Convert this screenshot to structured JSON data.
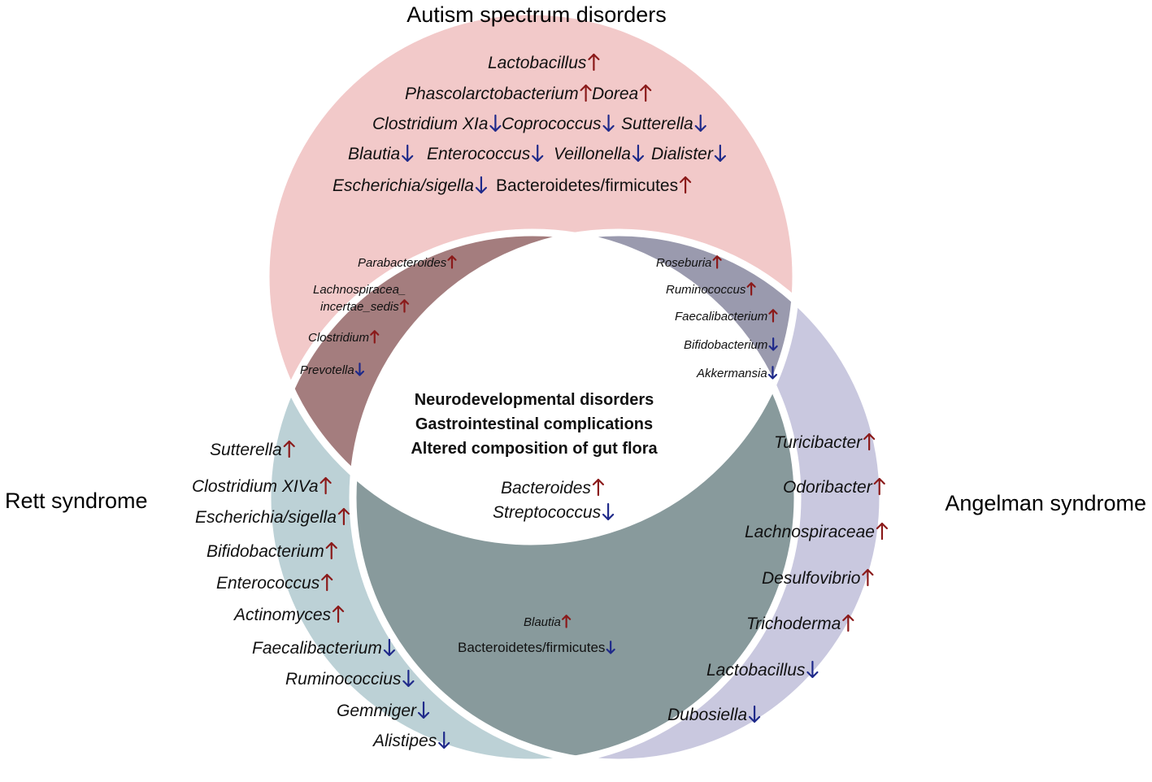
{
  "titles": {
    "top": "Autism spectrum disorders",
    "left": "Rett syndrome",
    "right": "Angelman syndrome"
  },
  "colors": {
    "asd_only": "#f2c9c9",
    "rett_only": "#bcd1d6",
    "angelman_only": "#c9c8df",
    "asd_rett": "#a47d7e",
    "asd_angelman": "#9a9aae",
    "rett_angelman": "#889a9c",
    "center": "#ffffff",
    "up_arrow": "#8b1a1a",
    "down_arrow": "#1f2a8a"
  },
  "asd_only": [
    {
      "name": "Lactobacillus",
      "dir": "up"
    },
    {
      "name": "Phascolarctobacterium",
      "dir": "up"
    },
    {
      "name": "Dorea",
      "dir": "up"
    },
    {
      "name": "Clostridium XIa",
      "dir": "down"
    },
    {
      "name": "Coprococcus",
      "dir": "down"
    },
    {
      "name": "Sutterella",
      "dir": "down"
    },
    {
      "name": "Blautia",
      "dir": "down"
    },
    {
      "name": "Enterococcus",
      "dir": "down"
    },
    {
      "name": "Veillonella",
      "dir": "down"
    },
    {
      "name": "Dialister",
      "dir": "down"
    },
    {
      "name": "Escherichia/sigella",
      "dir": "down"
    },
    {
      "name": "Bacteroidetes/firmicutes",
      "dir": "up"
    }
  ],
  "asd_rett": [
    {
      "name": "Parabacteroides",
      "dir": "up"
    },
    {
      "name": "Lachnospiracea_",
      "dir": ""
    },
    {
      "name": "incertae_sedis",
      "dir": "up"
    },
    {
      "name": "Clostridium",
      "dir": "up"
    },
    {
      "name": "Prevotella",
      "dir": "down"
    }
  ],
  "asd_angelman": [
    {
      "name": "Roseburia",
      "dir": "up"
    },
    {
      "name": "Ruminococcus",
      "dir": "up"
    },
    {
      "name": "Faecalibacterium",
      "dir": "up"
    },
    {
      "name": "Bifidobacterium",
      "dir": "down"
    },
    {
      "name": "Akkermansia",
      "dir": "down"
    }
  ],
  "center": {
    "lines": [
      "Neurodevelopmental disorders",
      "Gastrointestinal complications",
      "Altered composition of gut flora"
    ],
    "taxa": [
      {
        "name": "Bacteroides",
        "dir": "up"
      },
      {
        "name": "Streptococcus",
        "dir": "down"
      }
    ]
  },
  "rett_only": [
    {
      "name": "Sutterella",
      "dir": "up"
    },
    {
      "name": "Clostridium XIVa",
      "dir": "up"
    },
    {
      "name": "Escherichia/sigella",
      "dir": "up"
    },
    {
      "name": "Bifidobacterium",
      "dir": "up"
    },
    {
      "name": "Enterococcus",
      "dir": "up"
    },
    {
      "name": "Actinomyces",
      "dir": "up"
    },
    {
      "name": "Faecalibacterium",
      "dir": "down"
    },
    {
      "name": "Ruminococcius",
      "dir": "down"
    },
    {
      "name": "Gemmiger",
      "dir": "down"
    },
    {
      "name": "Alistipes",
      "dir": "down"
    }
  ],
  "rett_angelman": [
    {
      "name": "Blautia",
      "dir": "up"
    },
    {
      "name": "Bacteroidetes/firmicutes",
      "dir": "down"
    }
  ],
  "angelman_only": [
    {
      "name": "Turicibacter",
      "dir": "up"
    },
    {
      "name": "Odoribacter",
      "dir": "up"
    },
    {
      "name": "Lachnospiraceae",
      "dir": "up"
    },
    {
      "name": "Desulfovibrio",
      "dir": "up"
    },
    {
      "name": "Trichoderma",
      "dir": "up"
    },
    {
      "name": "Lactobacillus",
      "dir": "down"
    },
    {
      "name": "Dubosiella",
      "dir": "down"
    }
  ]
}
